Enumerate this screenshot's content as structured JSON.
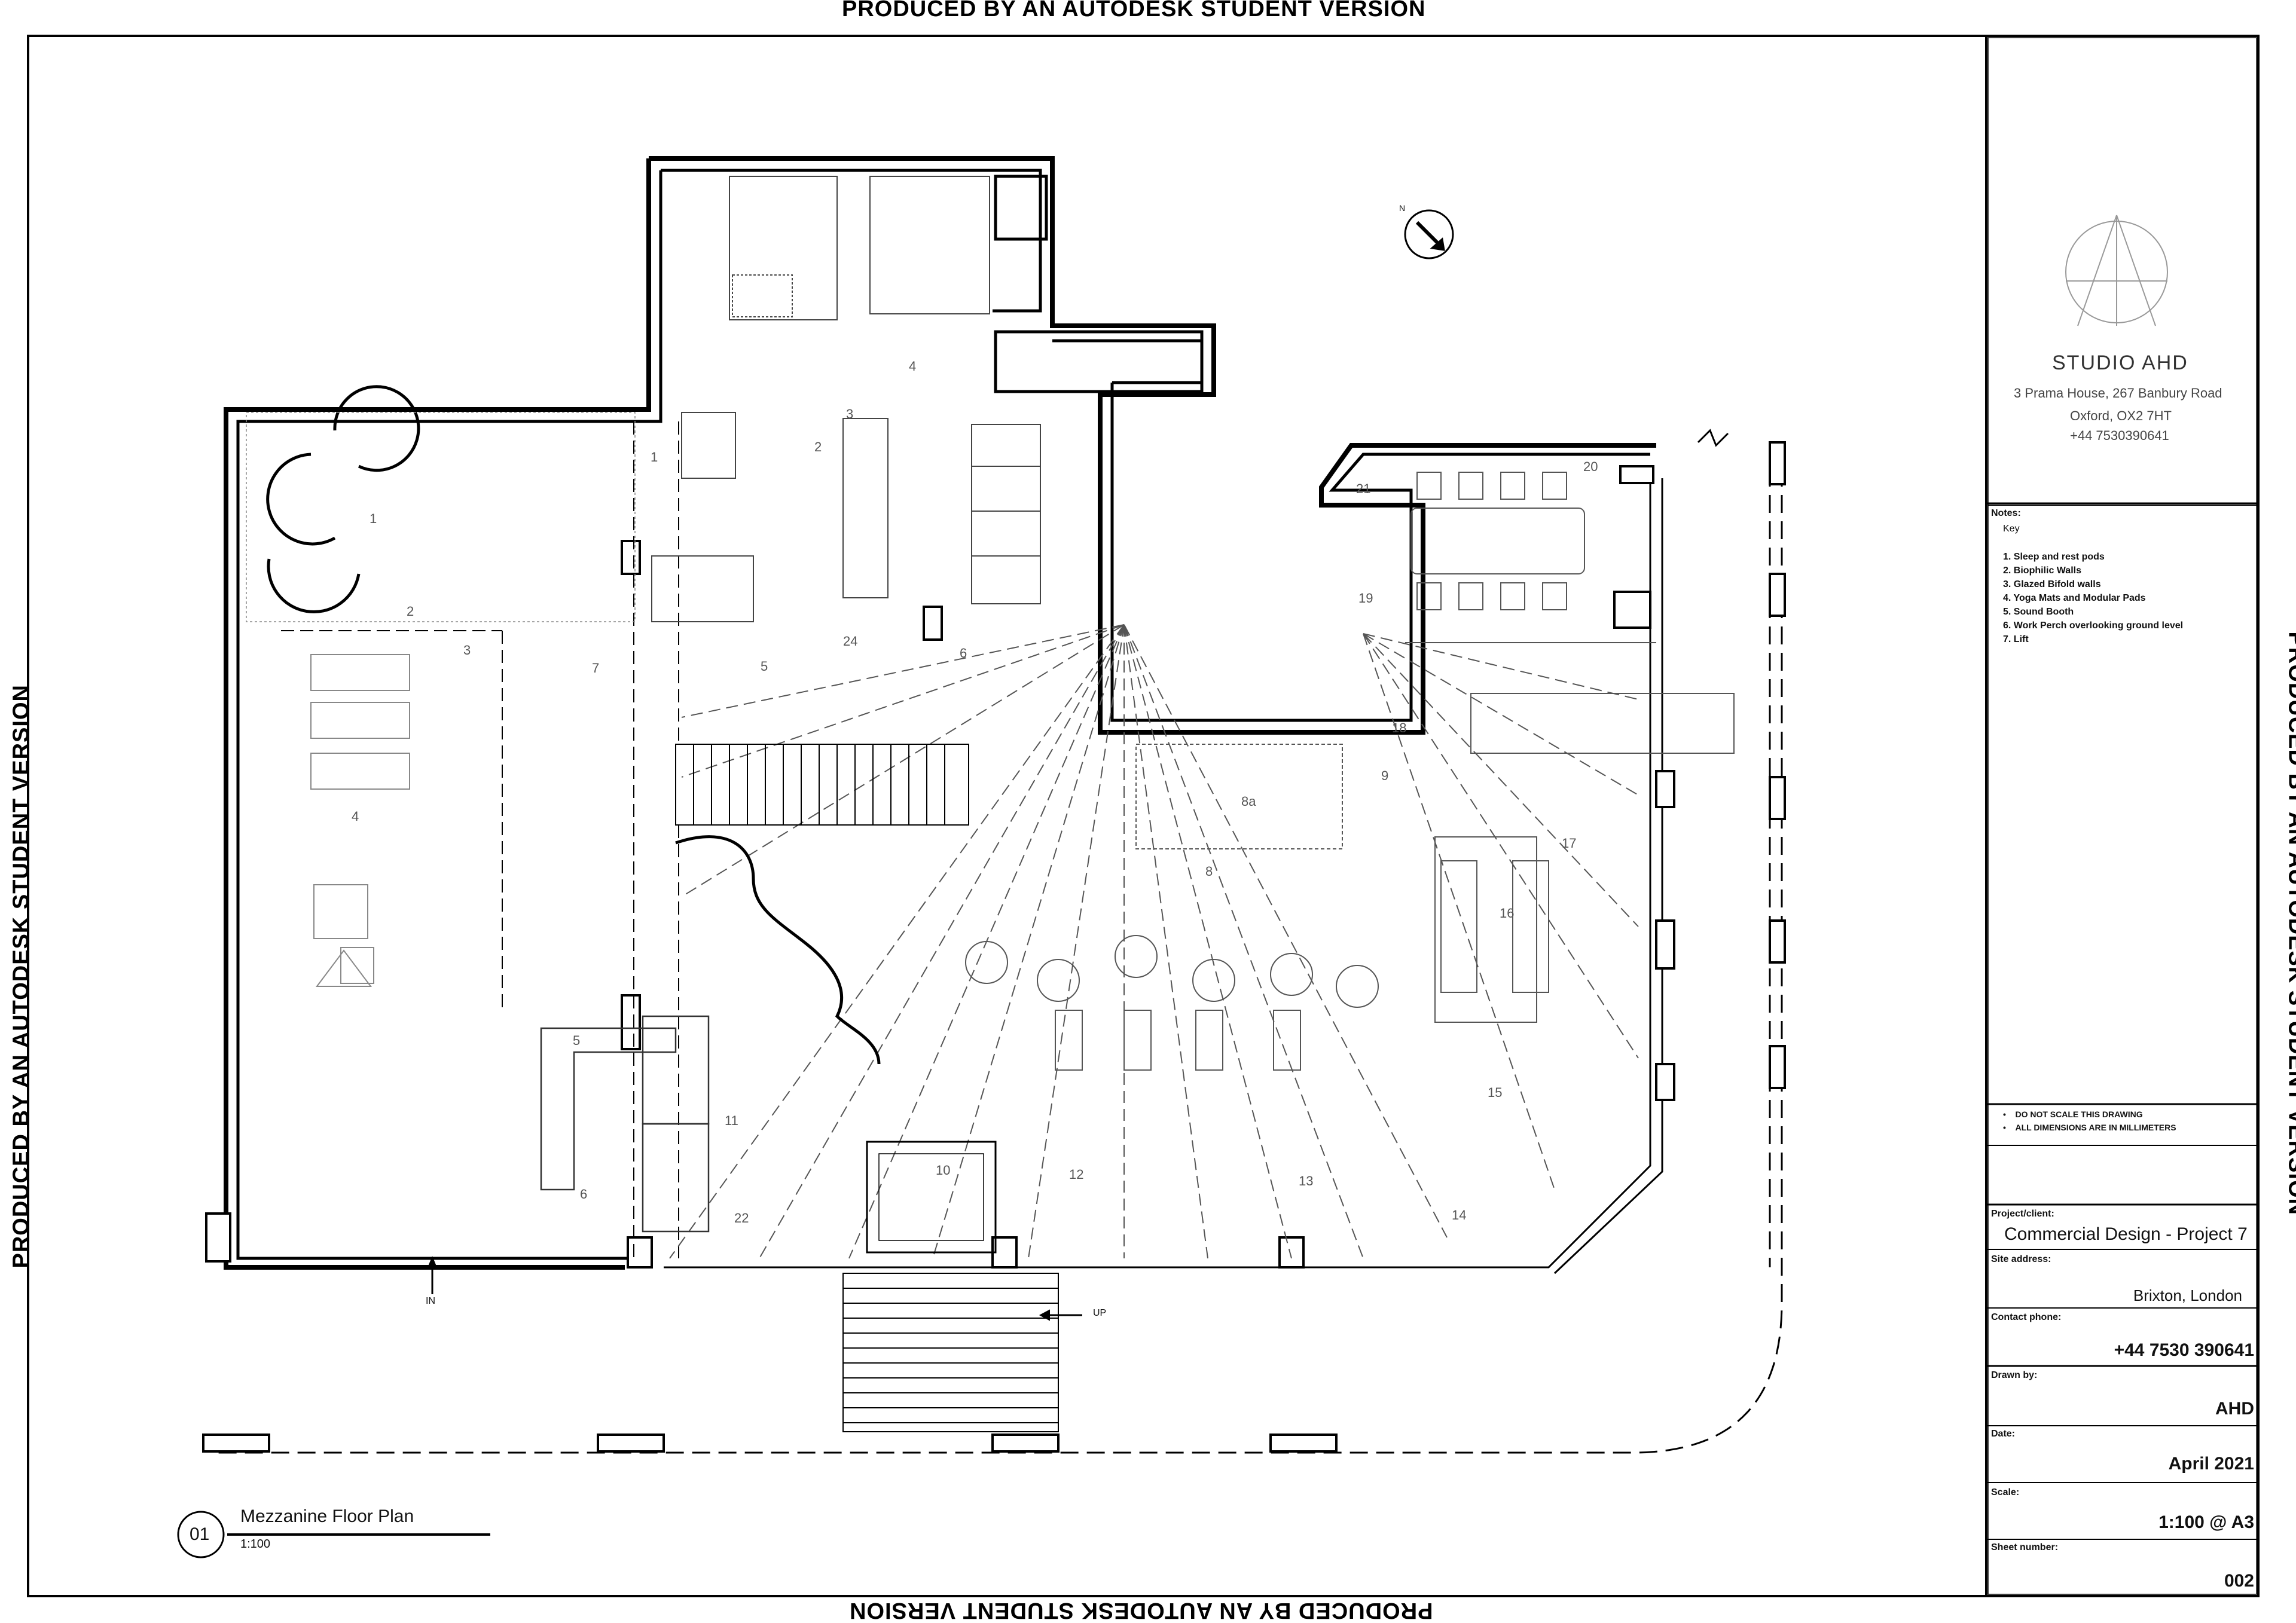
{
  "watermark": "PRODUCED BY AN AUTODESK STUDENT VERSION",
  "studio": {
    "name": "STUDIO AHD",
    "address_line1": "3 Prama House, 267 Banbury Road",
    "address_line2": "Oxford, OX2 7HT",
    "phone": "+44 7530390641"
  },
  "notes": {
    "heading": "Notes:",
    "key_heading": "Key",
    "items": [
      "1. Sleep and rest pods",
      "2. Biophilic Walls",
      "3. Glazed Bifold walls",
      "4.  Yoga Mats and Modular Pads",
      "5. Sound Booth",
      "6. Work Perch overlooking ground level",
      "7. Lift"
    ]
  },
  "disclaimers": [
    "DO NOT SCALE THIS DRAWING",
    "ALL DIMENSIONS ARE IN MILLIMETERS"
  ],
  "title_block": {
    "project_label": "Project/client:",
    "project_value": "Commercial Design - Project 7",
    "site_label": "Site address:",
    "site_value": "Brixton, London",
    "contact_label": "Contact phone:",
    "contact_value": "+44 7530 390641",
    "drawn_label": "Drawn by:",
    "drawn_value": "AHD",
    "date_label": "Date:",
    "date_value": "April 2021",
    "scale_label": "Scale:",
    "scale_value": "1:100 @ A3",
    "sheet_label": "Sheet number:",
    "sheet_value": "002"
  },
  "drawing": {
    "number": "01",
    "title": "Mezzanine Floor Plan",
    "scale": "1:100",
    "north_label": "N",
    "entry_label": "IN",
    "stair_label": "UP"
  },
  "room_numbers": [
    "1",
    "2",
    "3",
    "4",
    "5",
    "6",
    "7",
    "4",
    "1",
    "2",
    "3",
    "5",
    "6",
    "24",
    "8a",
    "8",
    "9",
    "16",
    "17",
    "18",
    "19",
    "20",
    "21",
    "22",
    "11",
    "10",
    "12",
    "13",
    "14",
    "15"
  ]
}
